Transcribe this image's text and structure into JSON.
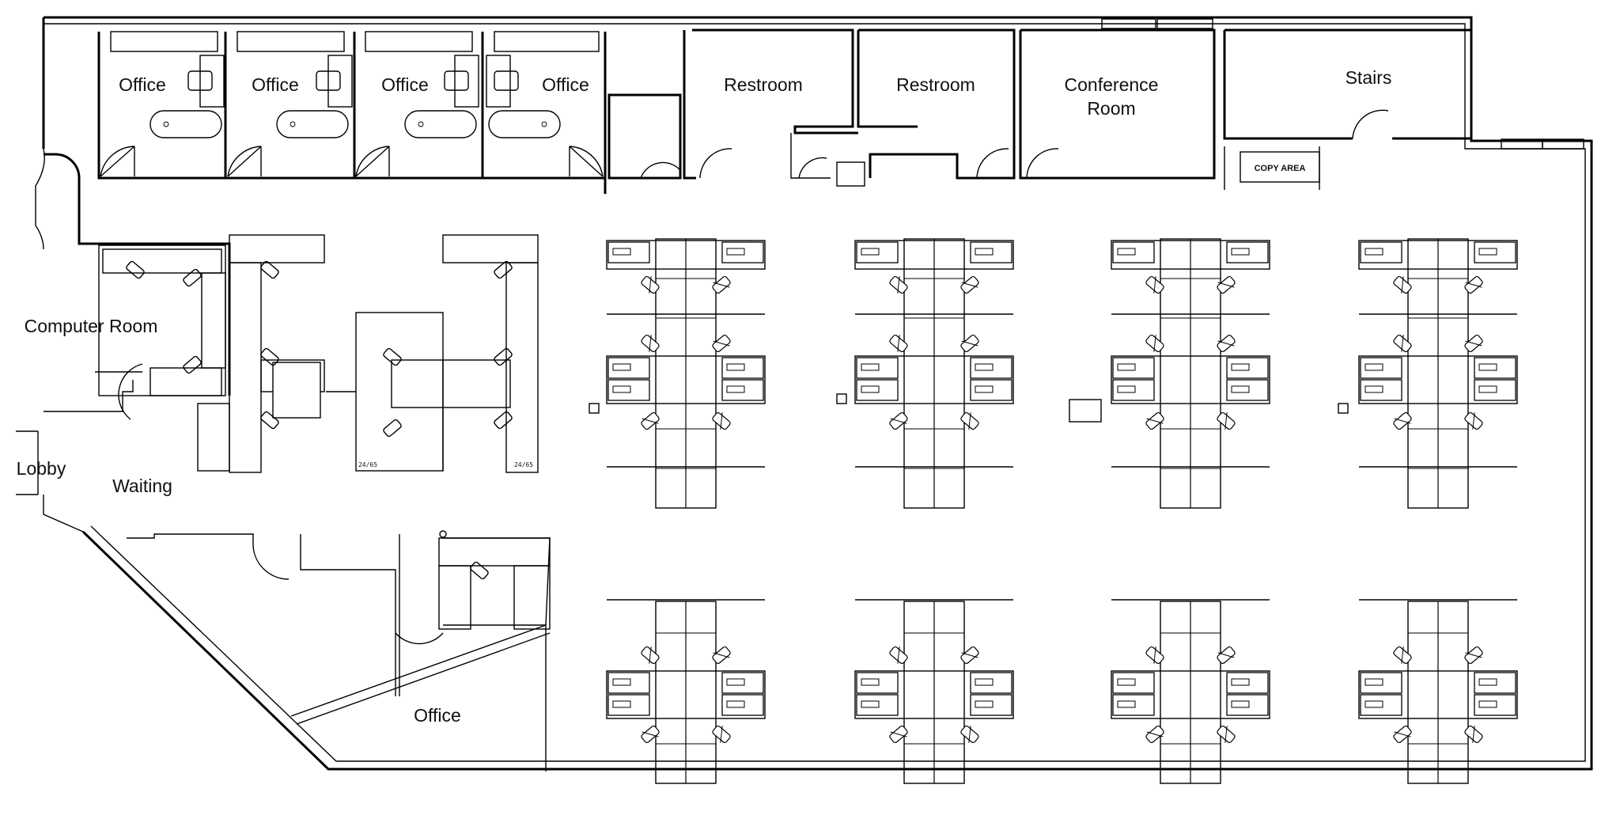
{
  "rooms": {
    "office_1": "Office",
    "office_2": "Office",
    "office_3": "Office",
    "office_4": "Office",
    "restroom_1": "Restroom",
    "restroom_2": "Restroom",
    "conference_line1": "Conference",
    "conference_line2": "Room",
    "stairs": "Stairs",
    "copy_area": "COPY AREA",
    "computer_room": "Computer Room",
    "lobby": "Lobby",
    "waiting": "Waiting",
    "office_lower": "Office"
  },
  "tags": {
    "left_station": "24/65",
    "right_station": "24/65"
  }
}
